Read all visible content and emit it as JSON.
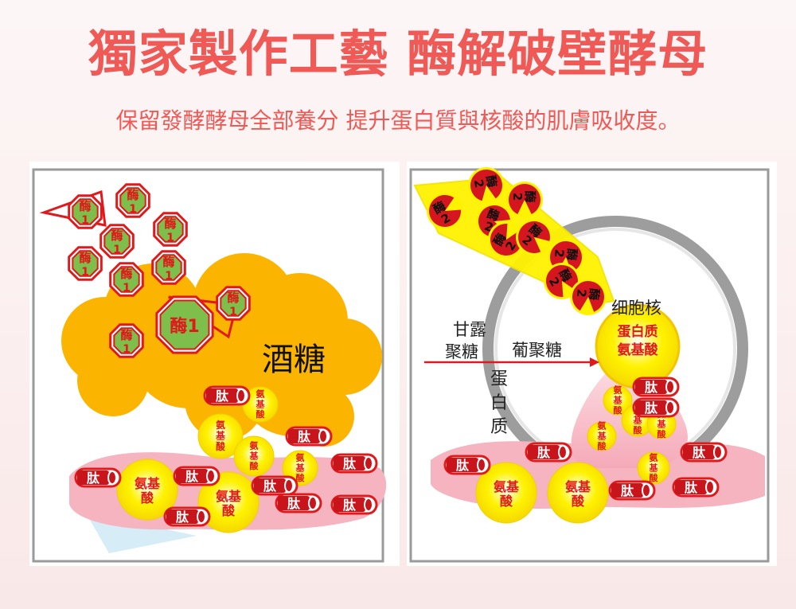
{
  "header": {
    "title": "獨家製作工藝 酶解破壁酵母",
    "subtitle": "保留發酵酵母全部養分 提升蛋白質與核酸的肌膚吸收度。"
  },
  "left_panel": {
    "enzyme_label": "酶",
    "enzyme_number": "1",
    "big_enzyme_label": "酶1",
    "yeast_label": "酒糖",
    "peptide_label": "肽",
    "amino_acid_label": "氨基酸"
  },
  "right_panel": {
    "enzyme_label": "酶",
    "enzyme_number": "2",
    "mannan_label_line1": "甘露",
    "mannan_label_line2": "聚糖",
    "glucan_label": "葡聚糖",
    "protein_label_line1": "蛋",
    "protein_label_line2": "白",
    "protein_label_line3": "质",
    "nucleus_label": "细胞核",
    "nucleus_content_line1": "蛋白质",
    "nucleus_content_line2": "氨基酸",
    "peptide_label": "肽",
    "amino_acid_label": "氨基酸"
  },
  "colors": {
    "accent": "#ef5a57",
    "enzyme_fill": "#7dbf4a",
    "enzyme_border": "#e0191b",
    "yeast_fill": "#fbb400",
    "amino_fill": "#fff200",
    "pink_base": "#f6b3c0"
  }
}
